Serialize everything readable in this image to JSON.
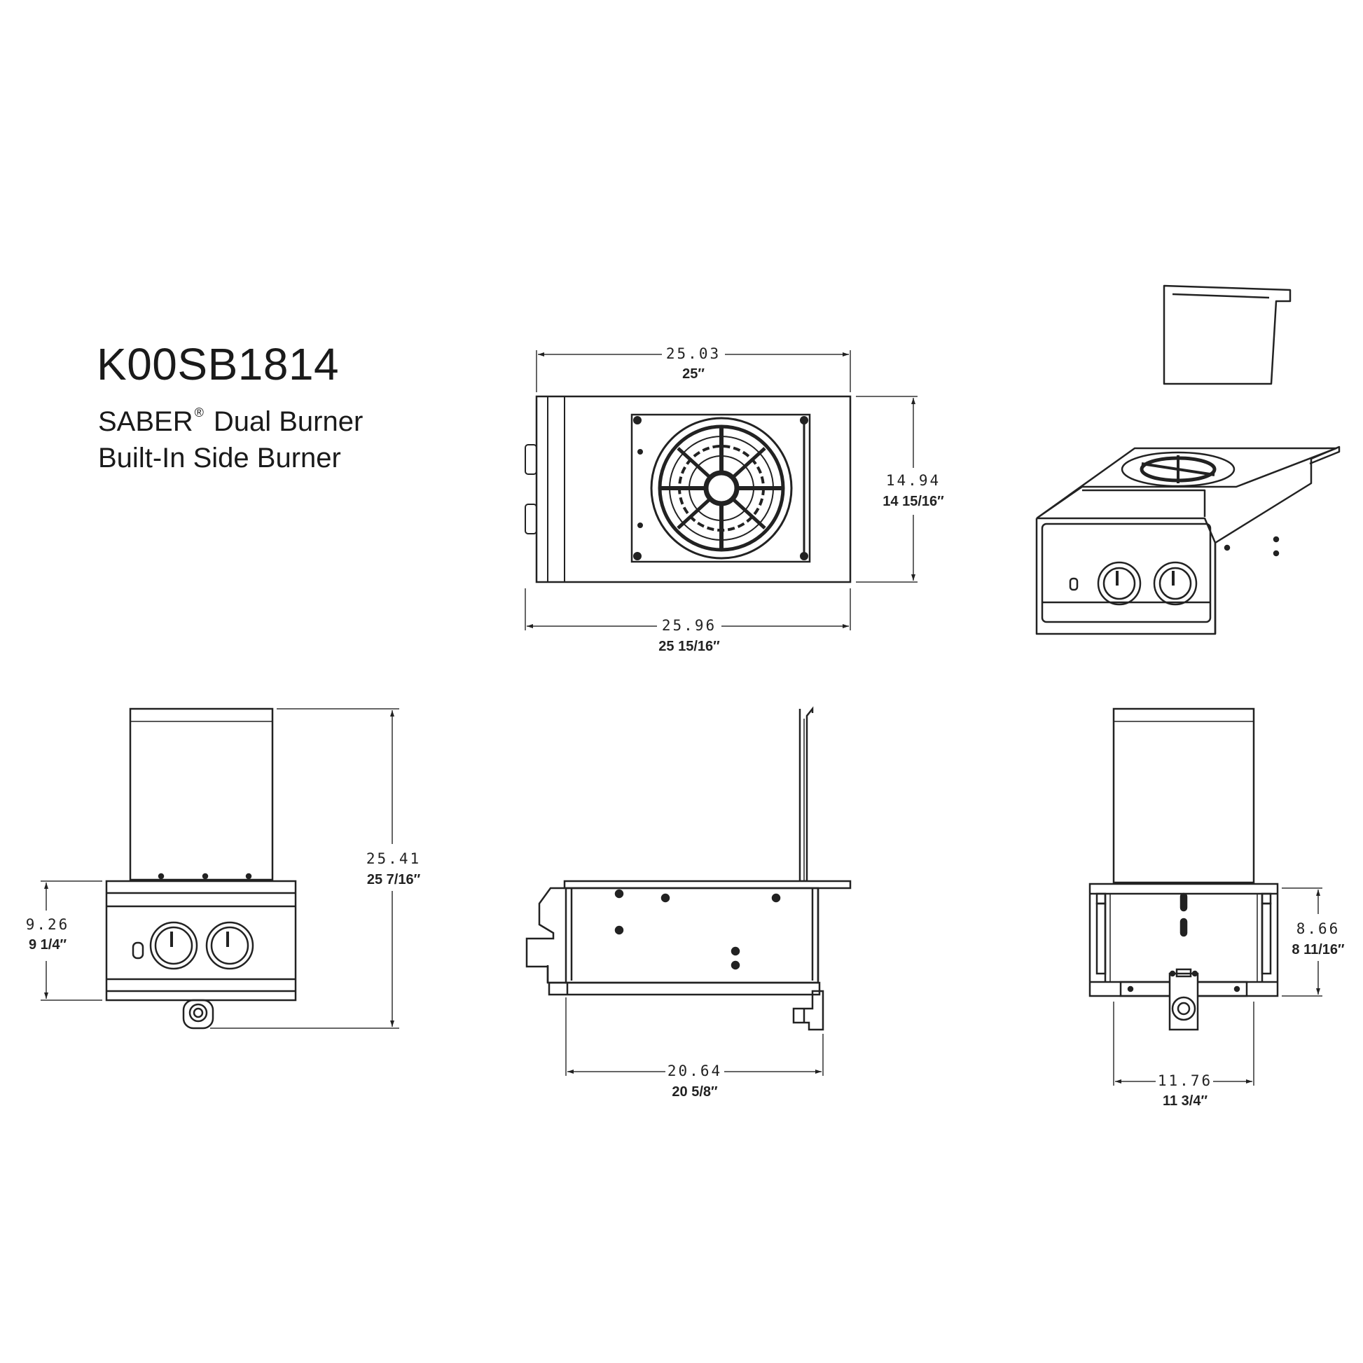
{
  "header": {
    "model": "K00SB1814",
    "brand": "SABER",
    "reg_mark": "®",
    "line1_rest": "Dual Burner",
    "line2": "Built-In Side Burner"
  },
  "dims": {
    "top_width_inner": {
      "decimal": "25.03",
      "fraction": "25″"
    },
    "top_depth": {
      "decimal": "14.94",
      "fraction": "14 15/16″"
    },
    "top_width_outer": {
      "decimal": "25.96",
      "fraction": "25 15/16″"
    },
    "front_total_height": {
      "decimal": "25.41",
      "fraction": "25 7/16″"
    },
    "front_body_height": {
      "decimal": "9.26",
      "fraction": "9 1/4″"
    },
    "side_depth": {
      "decimal": "20.64",
      "fraction": "20 5/8″"
    },
    "back_height": {
      "decimal": "8.66",
      "fraction": "8 11/16″"
    },
    "back_width": {
      "decimal": "11.76",
      "fraction": "11 3/4″"
    }
  }
}
